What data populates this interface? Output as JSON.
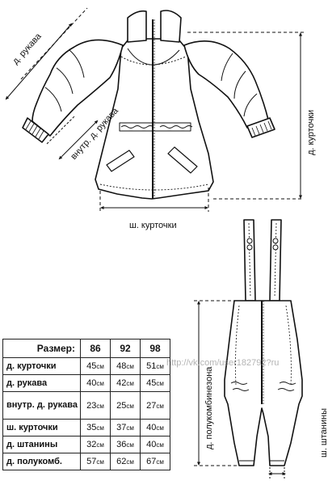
{
  "labels": {
    "sleeve_length": "д. рукава",
    "inner_sleeve": "внутр. д. рукава",
    "jacket_length": "д. курточки",
    "jacket_width": "ш. курточки",
    "overall_length": "д. полукомбинезона",
    "pants_width": "ш. штанины"
  },
  "watermark": "http://vk.com/user182792?ru",
  "table": {
    "header_label": "Размер:",
    "sizes": [
      "86",
      "92",
      "98"
    ],
    "unit": "см",
    "rows": [
      {
        "param": "д. курточки",
        "values": [
          "45",
          "48",
          "51"
        ]
      },
      {
        "param": "д. рукава",
        "values": [
          "40",
          "42",
          "45"
        ]
      },
      {
        "param": "внутр. д. рукава",
        "values": [
          "23",
          "25",
          "27"
        ]
      },
      {
        "param": "ш. курточки",
        "values": [
          "35",
          "37",
          "40"
        ]
      },
      {
        "param": "д. штанины",
        "values": [
          "32",
          "36",
          "40"
        ]
      },
      {
        "param": "д. полукомб.",
        "values": [
          "57",
          "62",
          "67"
        ]
      }
    ]
  }
}
